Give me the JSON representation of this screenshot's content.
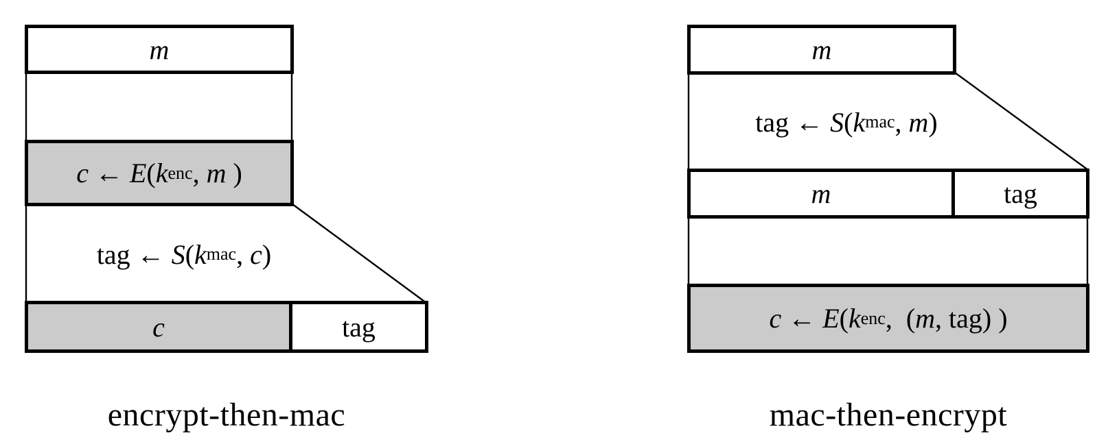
{
  "colors": {
    "background": "#ffffff",
    "ink": "#000000",
    "box_fill_gray": "#cbcbcb"
  },
  "left": {
    "caption": "encrypt-then-mac",
    "message": "m",
    "encrypt_formula": [
      {
        "t": "c",
        "i": true
      },
      {
        "t": " ← "
      },
      {
        "t": "E",
        "i": true
      },
      {
        "t": "("
      },
      {
        "t": "k",
        "i": true
      },
      {
        "t": "enc",
        "sub": true
      },
      {
        "t": ", "
      },
      {
        "t": "m",
        "i": true
      },
      {
        "t": " )"
      }
    ],
    "mac_formula": [
      {
        "t": "tag ← "
      },
      {
        "t": "S",
        "i": true
      },
      {
        "t": "("
      },
      {
        "t": "k",
        "i": true
      },
      {
        "t": "mac",
        "sub": true
      },
      {
        "t": ", "
      },
      {
        "t": "c",
        "i": true
      },
      {
        "t": ")"
      }
    ],
    "output": {
      "ciphertext": "c",
      "tag": "tag"
    }
  },
  "right": {
    "caption": "mac-then-encrypt",
    "message": "m",
    "mac_formula": [
      {
        "t": "tag ← "
      },
      {
        "t": "S",
        "i": true
      },
      {
        "t": "("
      },
      {
        "t": "k",
        "i": true
      },
      {
        "t": "mac",
        "sub": true
      },
      {
        "t": ", "
      },
      {
        "t": "m",
        "i": true
      },
      {
        "t": ")"
      }
    ],
    "mid_row": {
      "message": "m",
      "tag": "tag"
    },
    "encrypt_formula": [
      {
        "t": "c",
        "i": true
      },
      {
        "t": " ← "
      },
      {
        "t": "E",
        "i": true
      },
      {
        "t": "("
      },
      {
        "t": "k",
        "i": true
      },
      {
        "t": "enc",
        "sub": true
      },
      {
        "t": ",  ("
      },
      {
        "t": "m",
        "i": true
      },
      {
        "t": ", tag) )"
      }
    ]
  }
}
